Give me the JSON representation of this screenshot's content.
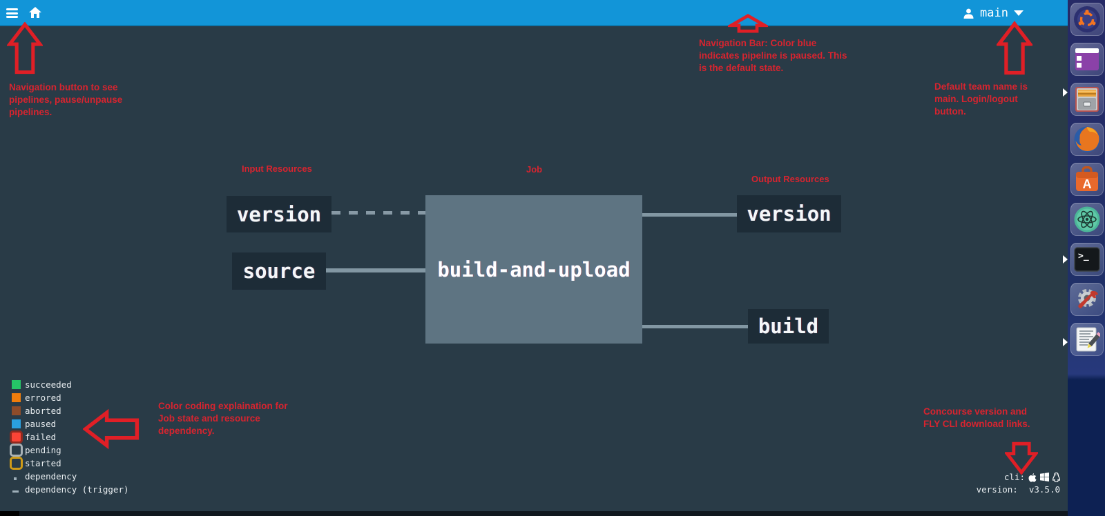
{
  "navbar": {
    "team_name": "main"
  },
  "annotations": {
    "nav_button": "Navigation button to see\npipelines, pause/unpause\npipelines.",
    "nav_bar": "Navigation Bar: Color blue\nindicates pipeline is paused. This\nis the default state.",
    "team": "Default team name is\nmain. Login/logout\nbutton.",
    "legend": "Color coding explaination for\nJob state and resource\ndependency.",
    "footer": "Concourse version and\nFLY CLI download links.",
    "inputs_label": "Input Resources",
    "job_label": "Job",
    "outputs_label": "Output Resources"
  },
  "pipeline": {
    "input_version": "version",
    "input_source": "source",
    "job": "build-and-upload",
    "output_version": "version",
    "output_build": "build"
  },
  "legend": {
    "items": [
      {
        "label": "succeeded",
        "style": "filled",
        "color": "#25c467"
      },
      {
        "label": "errored",
        "style": "filled",
        "color": "#ef7d0c"
      },
      {
        "label": "aborted",
        "style": "filled",
        "color": "#8e4c2a"
      },
      {
        "label": "paused",
        "style": "filled",
        "color": "#2aa1e0"
      },
      {
        "label": "failed",
        "style": "outlined-filled",
        "color": "#fb4436",
        "border": "#8e2a20"
      },
      {
        "label": "pending",
        "style": "outlined",
        "border": "#a9b2b6"
      },
      {
        "label": "started",
        "style": "outlined",
        "border": "#cf9b18"
      },
      {
        "label": "dependency",
        "style": "dot",
        "color": "#9fb0ba"
      },
      {
        "label": "dependency (trigger)",
        "style": "dash",
        "color": "#9fb0ba"
      }
    ]
  },
  "footer": {
    "cli_label": "cli:",
    "version_label": "version:",
    "version_value": "v3.5.0"
  },
  "launcher": {
    "icons": [
      "ubuntu",
      "workspace-switcher",
      "file-manager",
      "firefox",
      "ubuntu-software",
      "atom",
      "terminal",
      "system-settings",
      "text-editor"
    ]
  },
  "colors": {
    "navbar_paused_blue": "#1295d8",
    "background": "#293b47",
    "node_box": "#1d2c37",
    "job_box": "#5e7482",
    "connector": "#8297a3",
    "annotation_red": "#d8242f",
    "launcher_navy": "#1d2160"
  }
}
